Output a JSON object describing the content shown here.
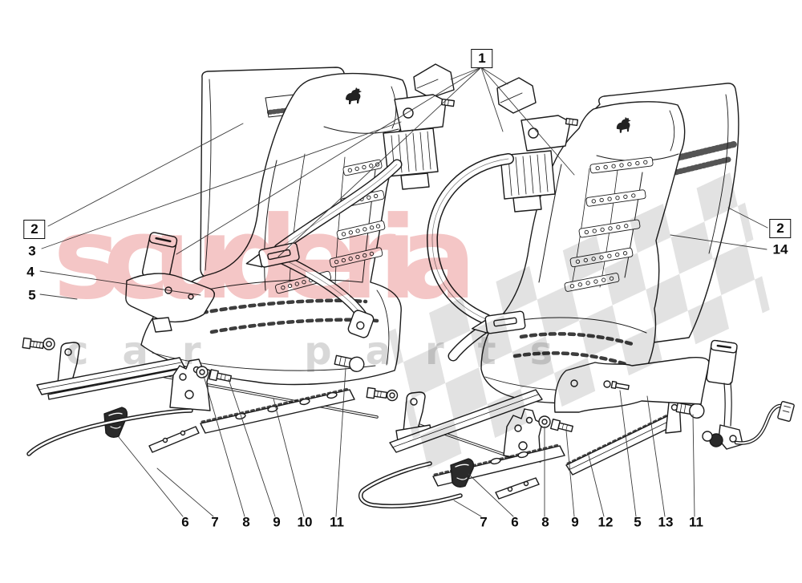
{
  "watermarks": {
    "brand": "scuderia",
    "tagline": "car parts",
    "brand_color": "#dd4b4b",
    "tagline_color": "#d8d8d8",
    "checker_color": "#e2e2e2"
  },
  "diagram": {
    "line_color": "#1b1b1b",
    "logo": "lamborghini-bull"
  },
  "callouts": {
    "top": {
      "label": "1"
    },
    "left": [
      {
        "label": "2"
      },
      {
        "label": "3"
      },
      {
        "label": "4"
      },
      {
        "label": "5"
      }
    ],
    "right": [
      {
        "label": "2"
      },
      {
        "label": "14"
      }
    ],
    "bottom_left": [
      "6",
      "7",
      "8",
      "9",
      "10",
      "11"
    ],
    "bottom_right": [
      "7",
      "6",
      "8",
      "9",
      "12",
      "5",
      "13",
      "11"
    ]
  }
}
